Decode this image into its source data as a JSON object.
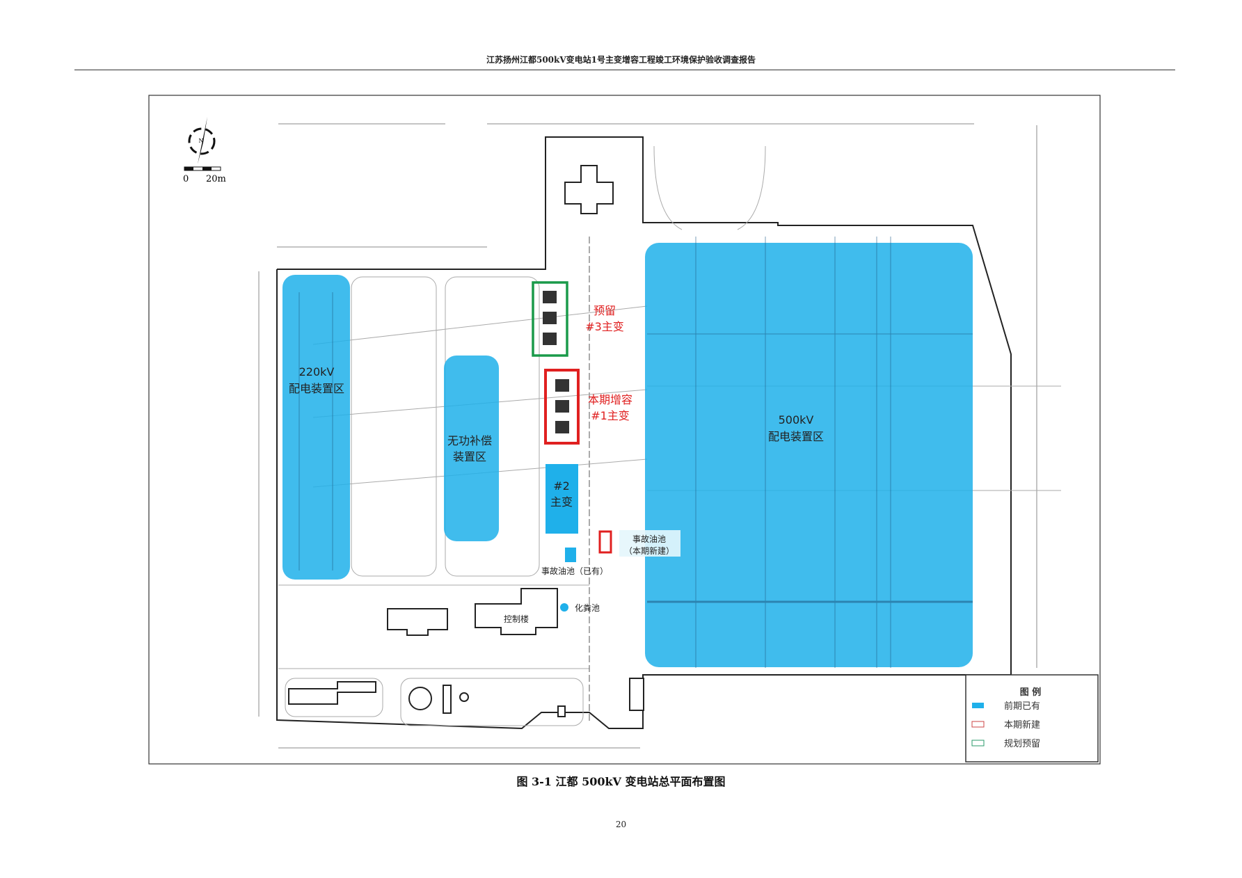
{
  "header": {
    "title": "江苏扬州江都500kV变电站1号主变增容工程竣工环境保护验收调查报告"
  },
  "figure": {
    "caption": "图 3-1   江都 500kV 变电站总平面布置图",
    "scale": {
      "zero": "0",
      "length": "20m"
    },
    "north": "N",
    "areas": {
      "a220_line1": "220kV",
      "a220_line2": "配电装置区",
      "a500_line1": "500kV",
      "a500_line2": "配电装置区",
      "reactive_line1": "无功补偿",
      "reactive_line2": "装置区",
      "reserved_line1": "预留",
      "reserved_line2": "#3主变",
      "new_line1": "本期增容",
      "new_line2": "#1主变",
      "t2_line1": "#2",
      "t2_line2": "主变",
      "oil_new_line1": "事故油池",
      "oil_new_line2": "（本期新建）",
      "oil_existing": "事故油池（已有）",
      "septic": "化粪池",
      "control": "控制楼"
    },
    "colors": {
      "existing": "#1fb0ea",
      "new": "#e02020",
      "reserved": "#1a9a4a"
    },
    "legend": {
      "title": "图   例",
      "items": [
        {
          "label": "前期已有"
        },
        {
          "label": "本期新建"
        },
        {
          "label": "规划预留"
        }
      ]
    }
  },
  "page": {
    "number": "20"
  }
}
